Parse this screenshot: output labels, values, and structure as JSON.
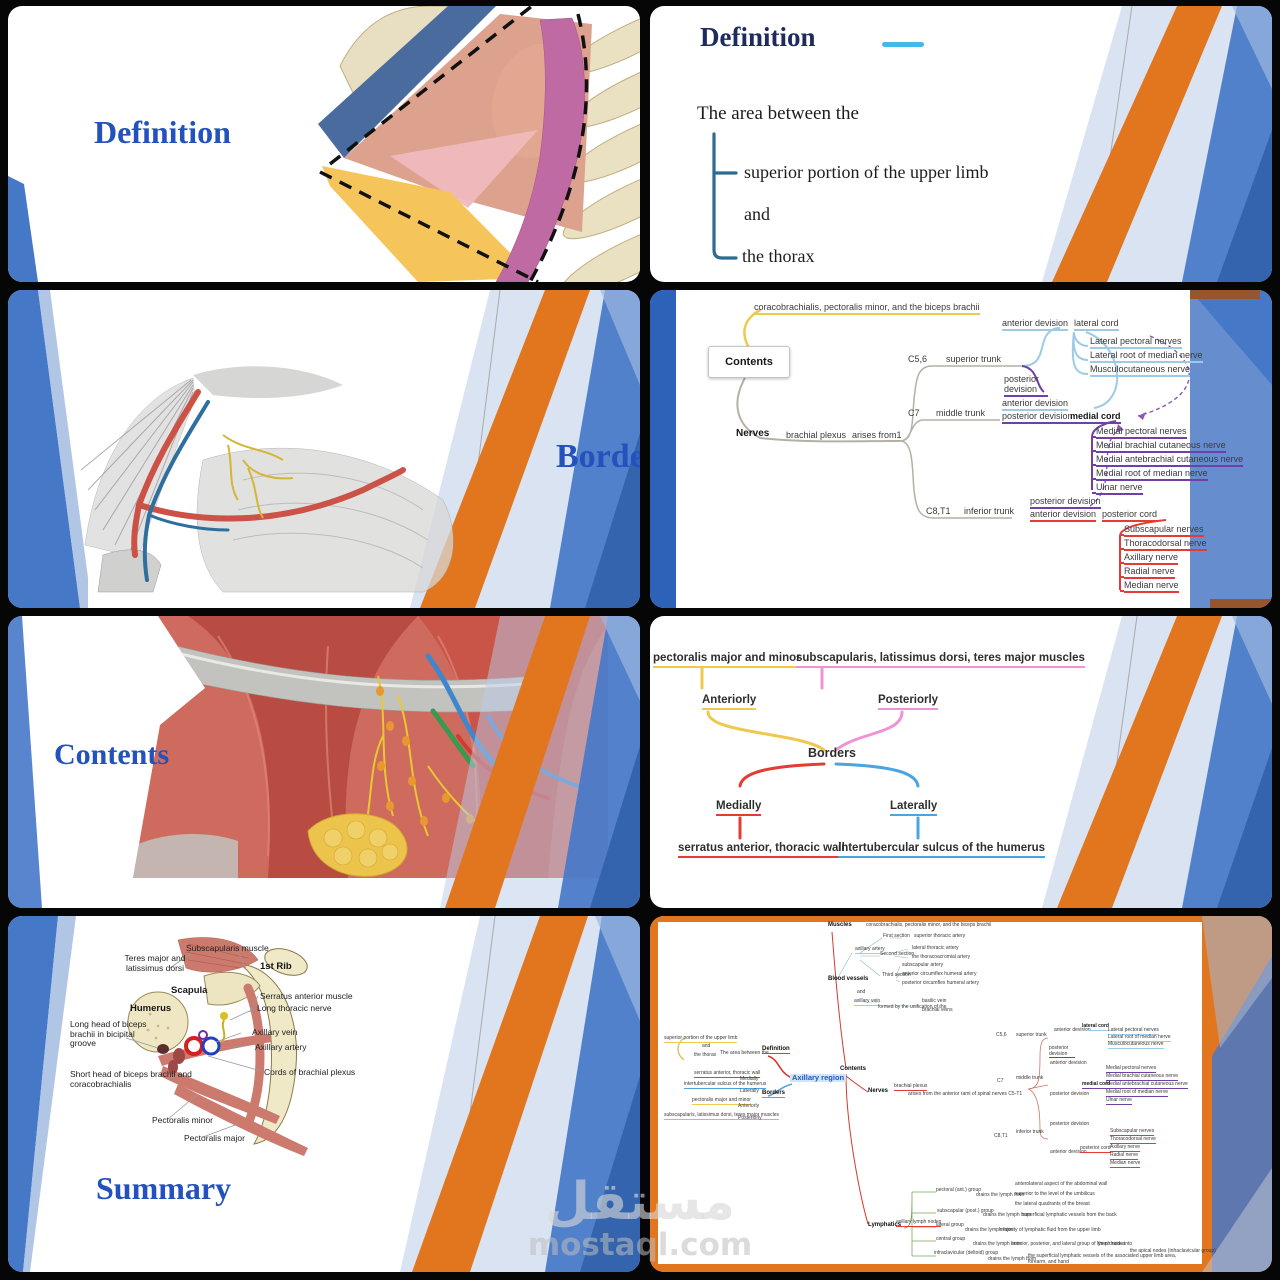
{
  "watermark": {
    "arabic": "مستقل",
    "domain": "mostaql.com"
  },
  "colors": {
    "title_blue": "#2351bd",
    "dark_navy_title": "#1f2a5e",
    "cyan_dash": "#45b8e8",
    "bracket_teal": "#2e6b8f",
    "deco_orange": "#e2761e",
    "deco_blue": "#4678c8",
    "map_red": "#e23c34",
    "map_purple": "#7040a8",
    "map_lightblue": "#9ccbe8",
    "map_yellow": "#eec94e",
    "map_pink": "#ef93d5",
    "map_blue": "#49a4e0"
  },
  "slide_definition_image": {
    "title": "Definition"
  },
  "slide_definition_text": {
    "title": "Definition",
    "intro": "The area between the",
    "item1": "superior portion of the upper limb",
    "item2": "and",
    "item3": "the thorax"
  },
  "slide_borders_image": {
    "title": "Borders"
  },
  "slide_nerves_map": {
    "contents": "Contents",
    "muscles_note": "coracobrachialis, pectoralis minor, and the biceps brachii",
    "nerves": "Nerves",
    "plexus": "brachial plexus",
    "arises": "arises from1",
    "root1": "C5,6",
    "trunk1": "superior trunk",
    "root2": "C7",
    "trunk2": "middle trunk",
    "root3": "C8,T1",
    "trunk3": "inferior trunk",
    "ant_div": "anterior devision",
    "post_div": "posterior devision",
    "lateral_cord": "lateral cord",
    "medial_cord": "medial cord",
    "posterior_cord": "posterior cord",
    "lateral_nerves": [
      "Lateral pectoral nerves",
      "Lateral root of median nerve",
      "Musculocutaneous nerve"
    ],
    "medial_nerves": [
      "Medial pectoral nerves",
      "Medial brachial cutaneous nerve",
      "Medial antebrachial cutaneous nerve",
      "Medial root of median nerve",
      "Ulnar nerve"
    ],
    "posterior_nerves": [
      "Subscapular nerves",
      "Thoracodorsal nerve",
      "Axillary nerve",
      "Radial nerve",
      "Median nerve"
    ]
  },
  "slide_contents_image": {
    "title": "Contents"
  },
  "slide_borders_map": {
    "center": "Borders",
    "anteriorly": "Anteriorly",
    "anteriorly_text": "pectoralis major and minor",
    "posteriorly": "Posteriorly",
    "posteriorly_text": "subscapularis, latissimus dorsi, teres major muscles",
    "medially": "Medially",
    "medially_text": "serratus anterior, thoracic wall",
    "laterally": "Laterally",
    "laterally_text": "intertubercular sulcus of the humerus"
  },
  "slide_summary": {
    "title": "Summary",
    "labels": {
      "subscapularis": "Subscapularis muscle",
      "teres": "Teres major and latissimus dorsi",
      "scapula": "Scapula",
      "rib": "1st Rib",
      "humerus": "Humerus",
      "serratus": "Serratus anterior muscle",
      "long_thoracic": "Long thoracic nerve",
      "long_head": "Long head of biceps brachii in bicipital groove",
      "axillary_vein": "Axillary vein",
      "axillary_artery": "Axillary artery",
      "short_head": "Short head of biceps brachii and coracobrachialis",
      "cords": "Cords of brachial plexus",
      "pec_minor": "Pectoralis minor",
      "pec_major": "Pectoralis major"
    }
  },
  "slide_overview_map": {
    "center": "Axillary region",
    "definition": "Definition",
    "def_intro": "The area between the",
    "def_item1": "superior portion of the upper limb",
    "def_item2": "and",
    "def_item3": "the thorax",
    "borders": "Borders",
    "medially": "Medially",
    "medially_text": "serratus anterior, thoracic wall",
    "laterally": "Laterally",
    "laterally_text": "intertubercular sulcus of the humerus",
    "anteriorly": "Anteriorly",
    "anteriorly_text": "pectoralis major and minor",
    "posteriorly": "Posteriorly",
    "posteriorly_text": "subscapularis, latissimus dorsi, teres major muscles",
    "contents": "Contents",
    "muscles": "Muscles",
    "muscles_note": "coracobrachialis, pectoralis minor, and the biceps brachii",
    "blood": "Blood vessels",
    "axillary_artery": "axillary artery",
    "sec1": "First section",
    "sec1_item1": "superior thoracic artery",
    "sec2": "Second section",
    "sec2_item1": "lateral thoracic artery",
    "sec2_item2": "the thoracoacromial artery",
    "sec3": "Third section",
    "sec3_item1": "subscapular artery",
    "sec3_item2": "anterior circumflex humeral artery",
    "sec3_item3": "posterior circumflex humeral artery",
    "and_word": "and",
    "axillary_vein": "axillary vein",
    "vein_formed": "formed by the unification of the",
    "vein_item1": "basilic vein",
    "vein_item2": "brachial veins",
    "nerves": "Nerves",
    "plexus": "brachial plexus",
    "arises": "arises from the anterior rami of spinal nerves C5-T1",
    "root1": "C5,6",
    "trunk1": "superior trunk",
    "root2": "C7",
    "trunk2": "middle trunk",
    "root3": "C8,T1",
    "trunk3": "inferior trunk",
    "ant_div": "anterior devision",
    "post_div": "posterior devision",
    "lateral_cord": "lateral cord",
    "medial_cord": "medial cord",
    "posterior_cord": "posterior cord",
    "lymphatics": "Lymphatics",
    "axillary_nodes": "axillary lymph nodes",
    "drains": "drains the lymph from",
    "g1": "pectoral (ant.) group",
    "g1_item1": "anterolateral aspect of the abdominal wall",
    "g1_item2": "superior to the level of the umbilicus",
    "g1_item3": "the lateral quadrants of the breast",
    "g2": "subscapular (post.) group",
    "g2_item": "superficial lymphatic vessels from the back",
    "g3": "lateral group",
    "g3_item": "majority of lymphatic fluid from the upper limb",
    "g4": "central group",
    "g4_item": "anterior, posterior, and lateral group of lymph nodes",
    "g4_then": "then drains into",
    "g4_into": "the apical nodes (infraclavicular group)",
    "g5": "infraclavicular (deltoid) group",
    "g5_item": "the superficial lymphatic vessels of the associated upper limb area, forearm, and hand"
  }
}
